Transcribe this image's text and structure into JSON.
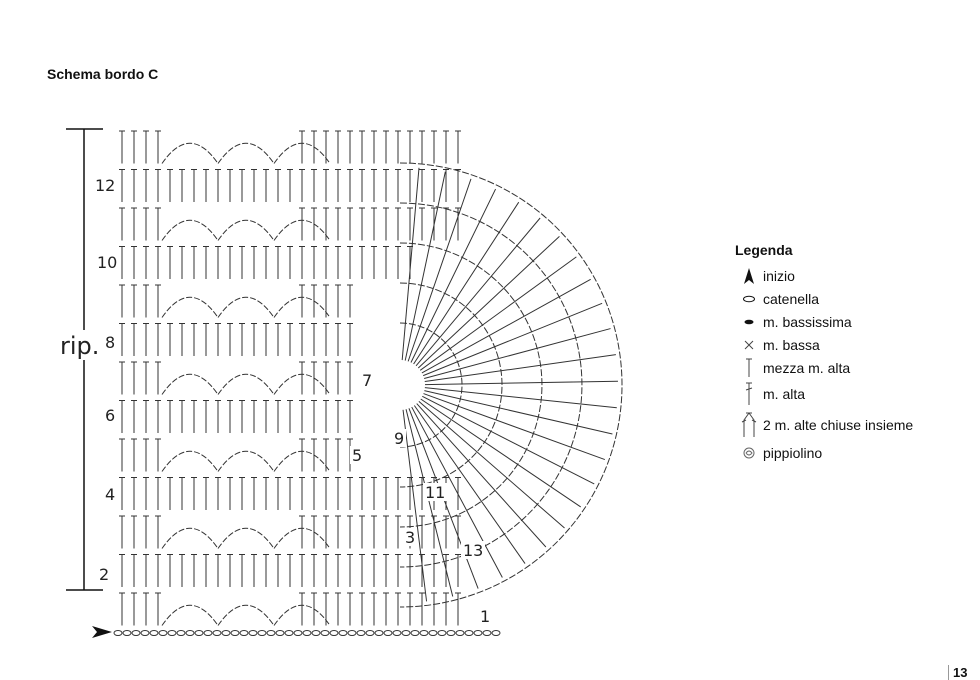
{
  "title": "Schema bordo C",
  "diagram": {
    "repeat_label": "rip.",
    "row_labels": [
      "1",
      "2",
      "3",
      "4",
      "5",
      "6",
      "7",
      "8",
      "9",
      "10",
      "11",
      "12",
      "13"
    ]
  },
  "legend": {
    "heading": "Legenda",
    "items": [
      {
        "icon": "start-arrow-icon",
        "label": "inizio"
      },
      {
        "icon": "chain-icon",
        "label": "catenella"
      },
      {
        "icon": "slip-stitch-icon",
        "label": "m. bassissima"
      },
      {
        "icon": "single-crochet-icon",
        "label": "m. bassa"
      },
      {
        "icon": "half-double-icon",
        "label": "mezza m. alta"
      },
      {
        "icon": "double-crochet-icon",
        "label": "m. alta"
      },
      {
        "icon": "dc2tog-icon",
        "label": "2 m. alte chiuse insieme"
      },
      {
        "icon": "picot-icon",
        "label": "pippiolino"
      }
    ]
  },
  "page_number": "13"
}
